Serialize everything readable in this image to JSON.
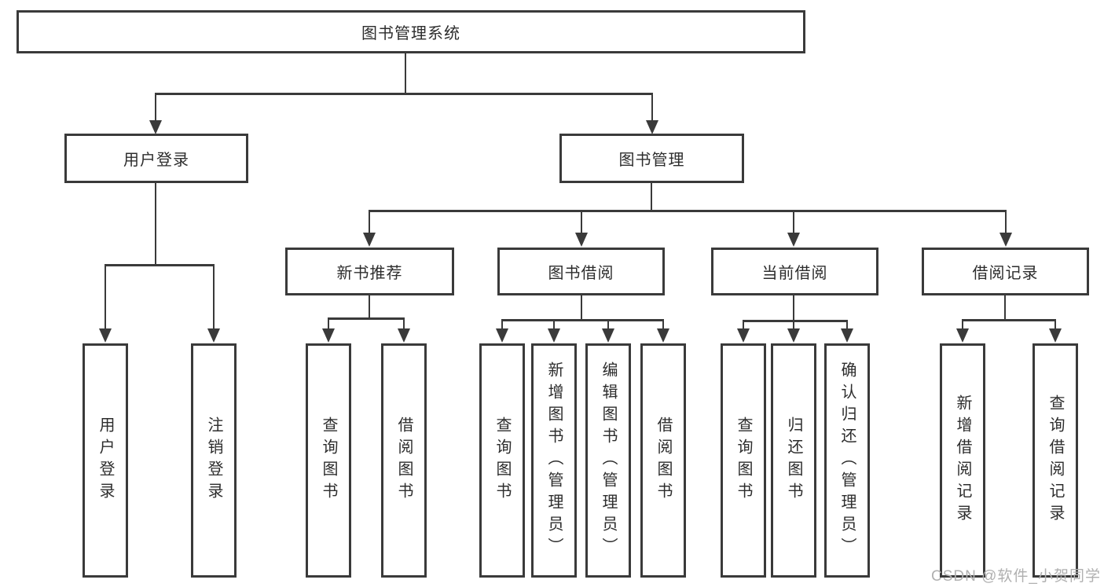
{
  "tree": {
    "root": "图书管理系统",
    "user_login": "用户登录",
    "book_mgmt": "图书管理",
    "login_children": [
      "用户登录",
      "注销登录"
    ],
    "branches": [
      "新书推荐",
      "图书借阅",
      "当前借阅",
      "借阅记录"
    ],
    "new_book_children": [
      "查询图书",
      "借阅图书"
    ],
    "borrow_children": [
      "查询图书",
      "新增图书（管理员）",
      "编辑图书（管理员）",
      "借阅图书"
    ],
    "current_children": [
      "查询图书",
      "归还图书",
      "确认归还（管理员）"
    ],
    "record_children": [
      "新增借阅记录",
      "查询借阅记录"
    ]
  },
  "watermark": "CSDN @软件_小贺同学"
}
